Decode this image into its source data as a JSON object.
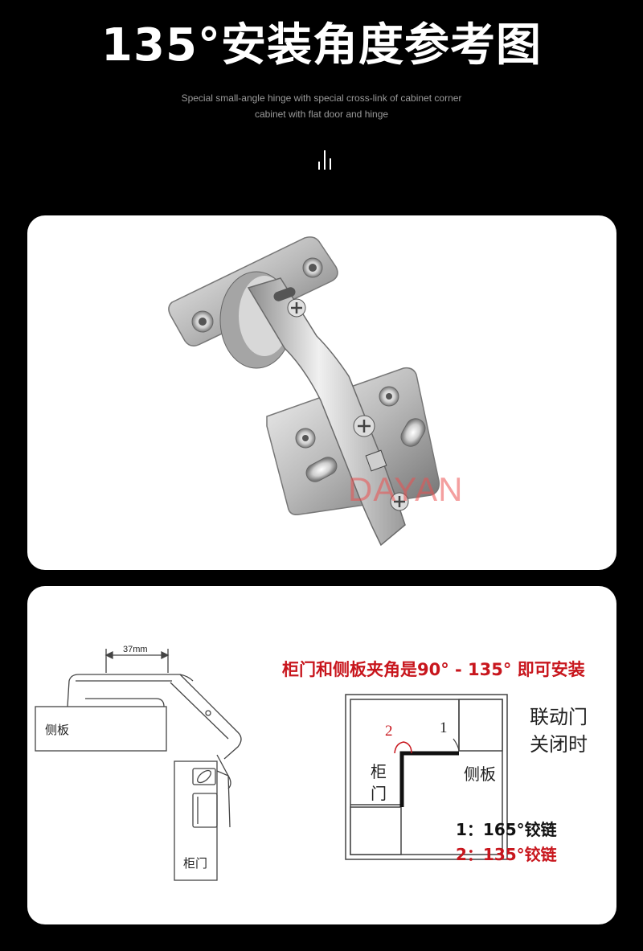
{
  "header": {
    "title": "135°安装角度参考图",
    "subtitle_line1": "Special small-angle hinge with special cross-link of cabinet corner",
    "subtitle_line2": "cabinet with flat door and hinge"
  },
  "product": {
    "watermark": "DAYAN"
  },
  "diagram_left": {
    "dimension": "37mm",
    "side_panel_label": "侧板",
    "door_label": "柜门"
  },
  "diagram_right": {
    "headline": "柜门和侧板夹角是90° - 135° 即可安装",
    "angle1": "1",
    "angle2": "2",
    "door_label_line1": "柜",
    "door_label_line2": "门",
    "side_panel_label": "侧板",
    "linked_door_line1": "联动门",
    "linked_door_line2": "关闭时",
    "legend1": "1：165°铰链",
    "legend2": "2：135°铰链",
    "accent_color": "#c8161d"
  }
}
